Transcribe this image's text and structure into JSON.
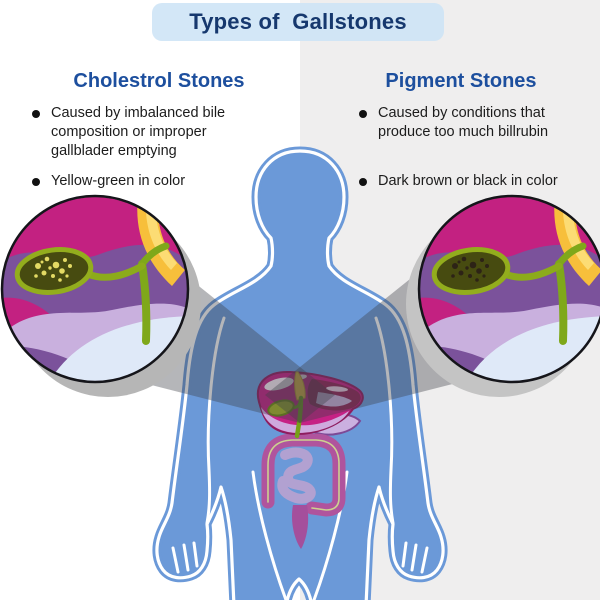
{
  "title": {
    "text": "Types of  Gallstones"
  },
  "left_panel": {
    "heading": "Cholestrol Stones",
    "bullets": [
      {
        "text": "Caused by imbalanced bile\ncomposition or improper\ngallblader emptying"
      },
      {
        "text": "Yellow-green in color"
      }
    ]
  },
  "right_panel": {
    "heading": "Pigment Stones",
    "bullets": [
      {
        "text": "Caused by conditions that\nproduce too much billrubin"
      },
      {
        "text": "Dark brown or black in color"
      }
    ]
  },
  "colors": {
    "background_left": "#ffffff",
    "background_right": "#efeeee",
    "title_bg": "#d6e8f7",
    "title_text": "#16386e",
    "heading_blue": "#1d4f9e",
    "bullet_text": "#1c1c1c",
    "body_blue": "#6b99d8",
    "beam_gray": "#3c3f46",
    "inset_magenta": "#c32181",
    "inset_purple": "#7b529b",
    "inset_lavender": "#c9b0de",
    "inset_pale_blue": "#dfe9f8",
    "bile_duct_green": "#7fa81a",
    "gallbladder_dark": "#474b10",
    "cholesterol_stones": "#e3da64",
    "pigment_stones": "#2d2316"
  }
}
